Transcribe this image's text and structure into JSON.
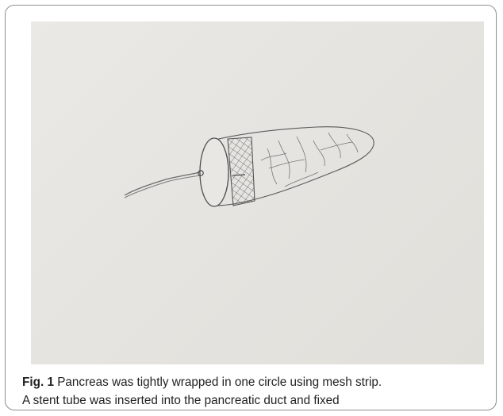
{
  "figure": {
    "label": "Fig. 1",
    "caption_line1": "Pancreas was tightly wrapped in one circle using mesh strip.",
    "caption_line2": "A stent tube was inserted into the pancreatic duct and fixed"
  },
  "image": {
    "subject": "pencil-sketch-pancreas-with-mesh-strip-and-stent-tube",
    "paper_color": "#e6e4e0",
    "pencil_color": "#555555"
  }
}
